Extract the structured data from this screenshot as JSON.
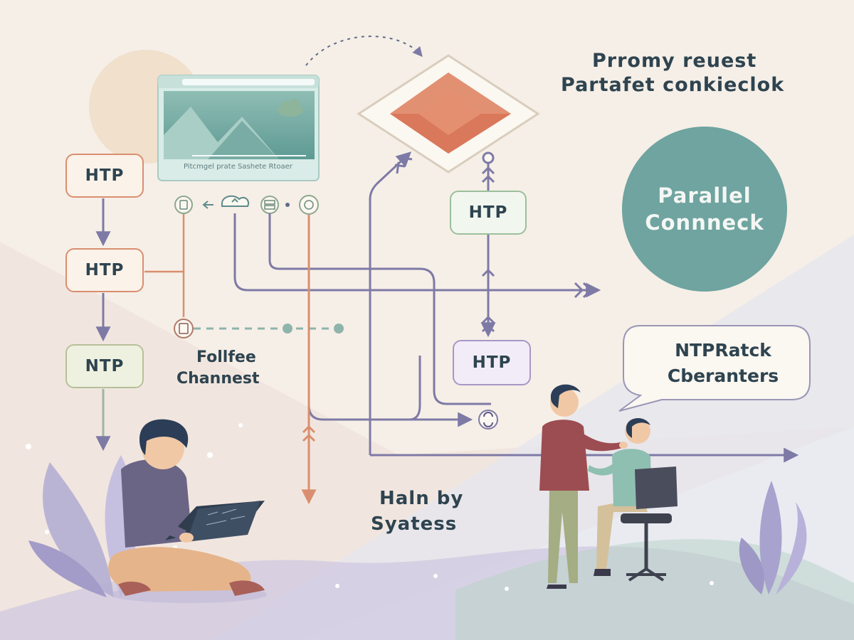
{
  "flow_boxes": {
    "left_top": "HTP",
    "left_middle": "HTP",
    "left_bottom": "NTP",
    "right_upper": "HTP",
    "right_lower": "HTP"
  },
  "labels": {
    "proxy_line1": "Prromy reuest",
    "proxy_line2": "Partafet conkieclok",
    "parallel_line1": "Parallel",
    "parallel_line2": "Connneck",
    "follow_line1": "Follfee",
    "follow_line2": "Channest",
    "halt_line1": "Haln by",
    "halt_line2": "Syatess",
    "bubble_line1": "NTPRatck",
    "bubble_line2": "Cberanters",
    "browser_caption": "Pitcmgel prate Sashete Rtoaer"
  },
  "colors": {
    "background": "#f6efe7",
    "ink": "#2e4450",
    "line_purple": "#7e7aa6",
    "line_salmon": "#d98f6f",
    "teal": "#6fa4a0",
    "diamond": "#d9785a"
  },
  "icons": [
    "cloud-icon",
    "refresh-icon",
    "server-icon",
    "globe-icon",
    "document-icon",
    "sync-icon",
    "diamond-icon",
    "plant-icon"
  ]
}
